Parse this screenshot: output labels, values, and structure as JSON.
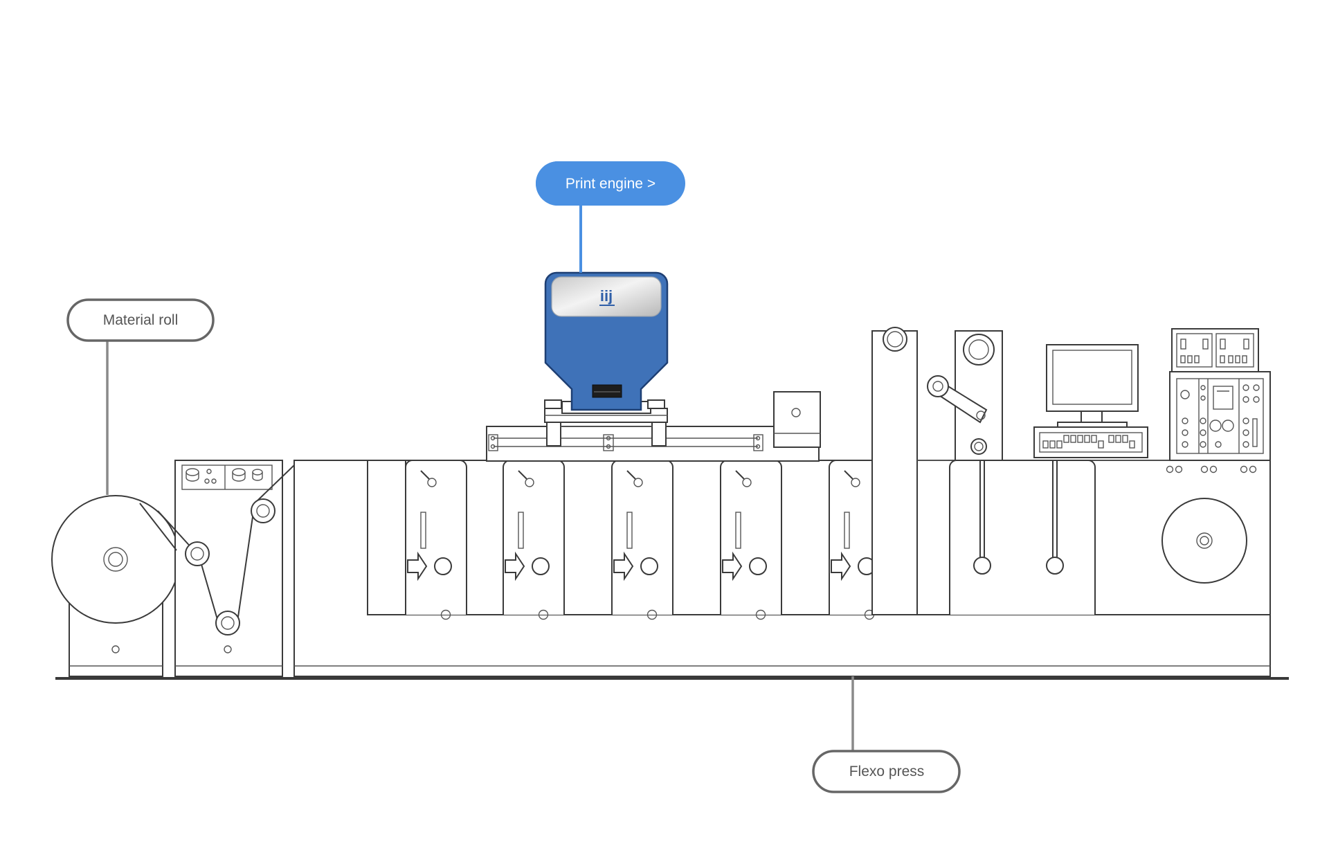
{
  "labels": {
    "print_engine": "Print engine >",
    "material_roll": "Material roll",
    "flexo_press": "Flexo press"
  },
  "logo": {
    "text": "iij"
  },
  "colors": {
    "accent": "#4A90E2",
    "print_engine_body": "#3F72B8",
    "outline": "#3a3a3a",
    "callout_border": "#666666",
    "callout_line": "#8a8a8a"
  },
  "print_stations": 5
}
